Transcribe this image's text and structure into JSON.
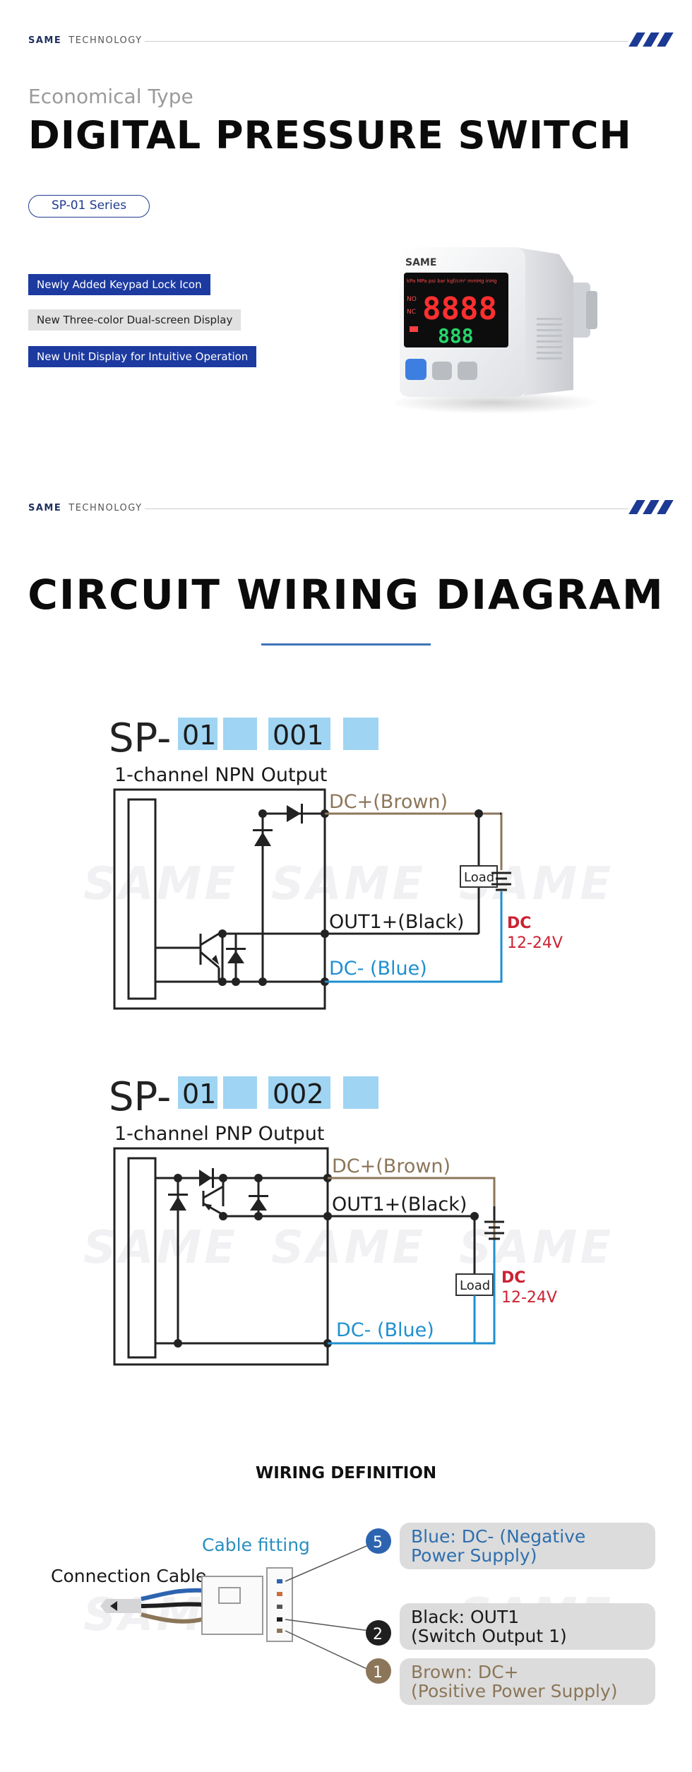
{
  "brand": {
    "name": "SAME",
    "tagline": "TECHNOLOGY"
  },
  "hero": {
    "eyebrow": "Economical Type",
    "title": "DIGITAL PRESSURE SWITCH",
    "series": "SP-01 Series",
    "features": [
      "Newly Added Keypad Lock Icon",
      "New Three-color Dual-screen Display",
      "New Unit Display for Intuitive Operation"
    ],
    "product": {
      "logo": "SAME",
      "display_main": "8888",
      "display_sub": "888",
      "units": "kPa MPa psi bar kgf/cm² mmHg inHg",
      "label_no": "NO",
      "label_nc": "NC",
      "colors": {
        "body": "#f4f5f7",
        "red": "#ff2f2f",
        "green": "#25d46b",
        "button": "#3d7fe0"
      }
    }
  },
  "section": {
    "title": "CIRCUIT WIRING DIAGRAM"
  },
  "watermark": "SAME",
  "diagrams": [
    {
      "model_prefix": "SP-",
      "code1": "01",
      "code2": "001",
      "output": "1-channel NPN Output",
      "dc_plus": "DC+(Brown)",
      "out": "OUT1+(Black)",
      "dc_minus": "DC- (Blue)",
      "load": "Load",
      "supply": "DC",
      "voltage": "12-24V"
    },
    {
      "model_prefix": "SP-",
      "code1": "01",
      "code2": "002",
      "output": "1-channel PNP Output",
      "dc_plus": "DC+(Brown)",
      "out": "OUT1+(Black)",
      "dc_minus": "DC- (Blue)",
      "load": "Load",
      "supply": "DC",
      "voltage": "12-24V"
    }
  ],
  "wiring": {
    "title": "WIRING DEFINITION",
    "cable_fitting": "Cable fitting",
    "connection_cable": "Connection Cable",
    "pins": [
      {
        "num": "5",
        "line1": "Blue: DC- (Negative",
        "line2": "Power Supply)",
        "text_color": "#2f6fae",
        "badge_color": "#2d64b0"
      },
      {
        "num": "2",
        "line1": "Black: OUT1",
        "line2": "(Switch Output 1)",
        "text_color": "#1a1a1a",
        "badge_color": "#1f1f1f"
      },
      {
        "num": "1",
        "line1": "Brown: DC+",
        "line2": "(Positive Power Supply)",
        "text_color": "#8c7659",
        "badge_color": "#8c7659"
      }
    ]
  },
  "colors": {
    "brand_blue": "#1c3aa0",
    "wire_brown": "#8c7659",
    "wire_blue": "#1f8fd0",
    "supply_red": "#cc2233",
    "code_highlight": "#9fd4f2"
  }
}
